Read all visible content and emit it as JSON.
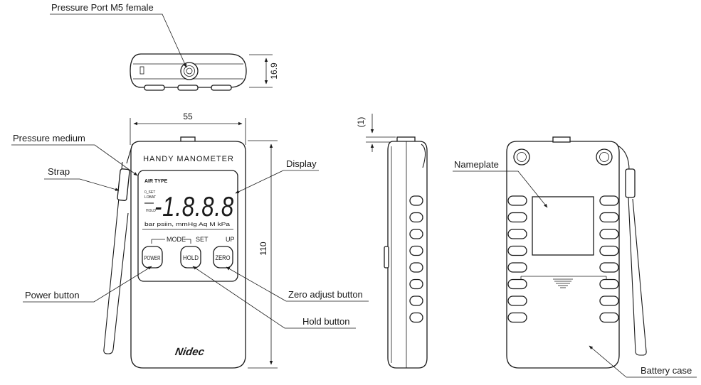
{
  "callouts": {
    "pressure_port": "Pressure Port M5 female",
    "pressure_medium": "Pressure medium",
    "strap": "Strap",
    "display": "Display",
    "power_button": "Power button",
    "zero_adjust_button": "Zero adjust button",
    "hold_button": "Hold button",
    "nameplate": "Nameplate",
    "battery_case": "Battery case"
  },
  "dimensions": {
    "thickness": "16.9",
    "width": "55",
    "height": "110",
    "port_offset": "(1)"
  },
  "device": {
    "title": "HANDY MANOMETER",
    "air_type": "AIR TYPE",
    "indicator_oset": "0_SET",
    "indicator_lobat": "LOBAT",
    "indicator_hold": "HOLD",
    "digits": "-1.8.8.8",
    "units": "bar psiin, mmHg  Aq  M kPa",
    "mode_label": "MODE",
    "set_label": "SET",
    "up_label": "UP",
    "btn_power": "POWER",
    "btn_hold": "HOLD",
    "btn_zero": "ZERO",
    "logo": "Nidec"
  }
}
